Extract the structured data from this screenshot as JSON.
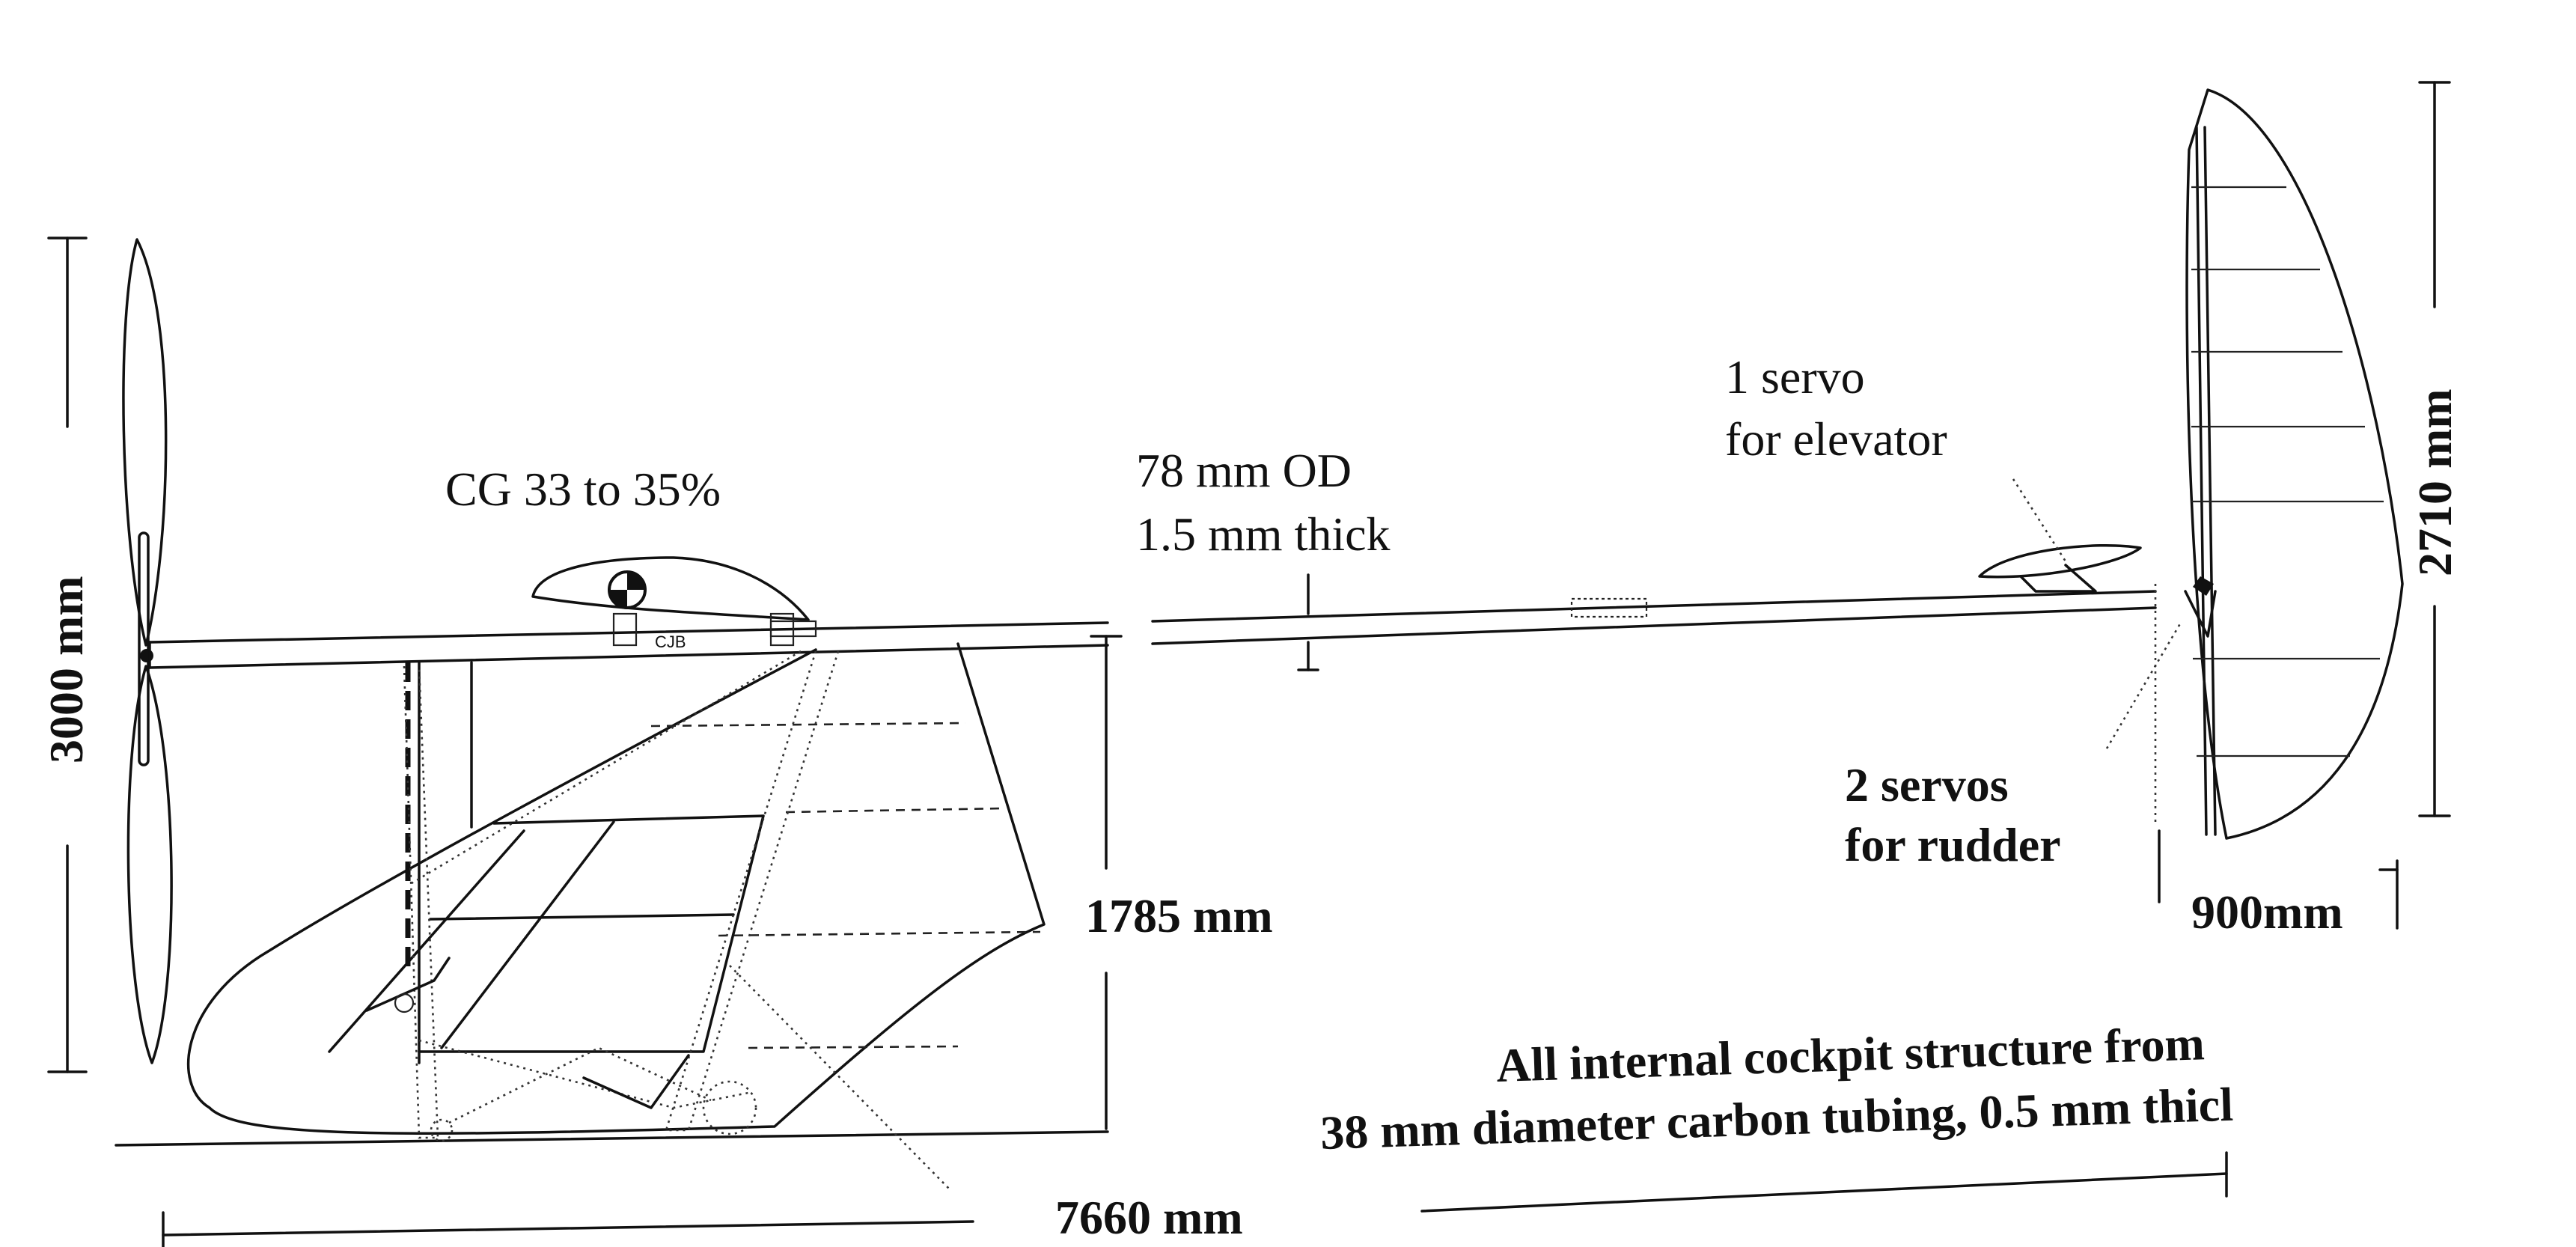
{
  "labels": {
    "cg": "CG 33 to 35%",
    "boom_od": "78 mm OD",
    "boom_thick": "1.5 mm thick",
    "servo_elevator_1": "1 servo",
    "servo_elevator_2": "for elevator",
    "servo_rudder_1": "2 servos",
    "servo_rudder_2": "for rudder",
    "prop_diameter": "3000 mm",
    "cockpit_height": "1785 mm",
    "tail_height": "2710 mm",
    "tail_chord": "900mm",
    "overall_length": "7660 mm",
    "note_line1": "All internal cockpit structure from",
    "note_line2": "38 mm diameter carbon tubing, 0.5 mm thicl",
    "mark": "CJB"
  }
}
